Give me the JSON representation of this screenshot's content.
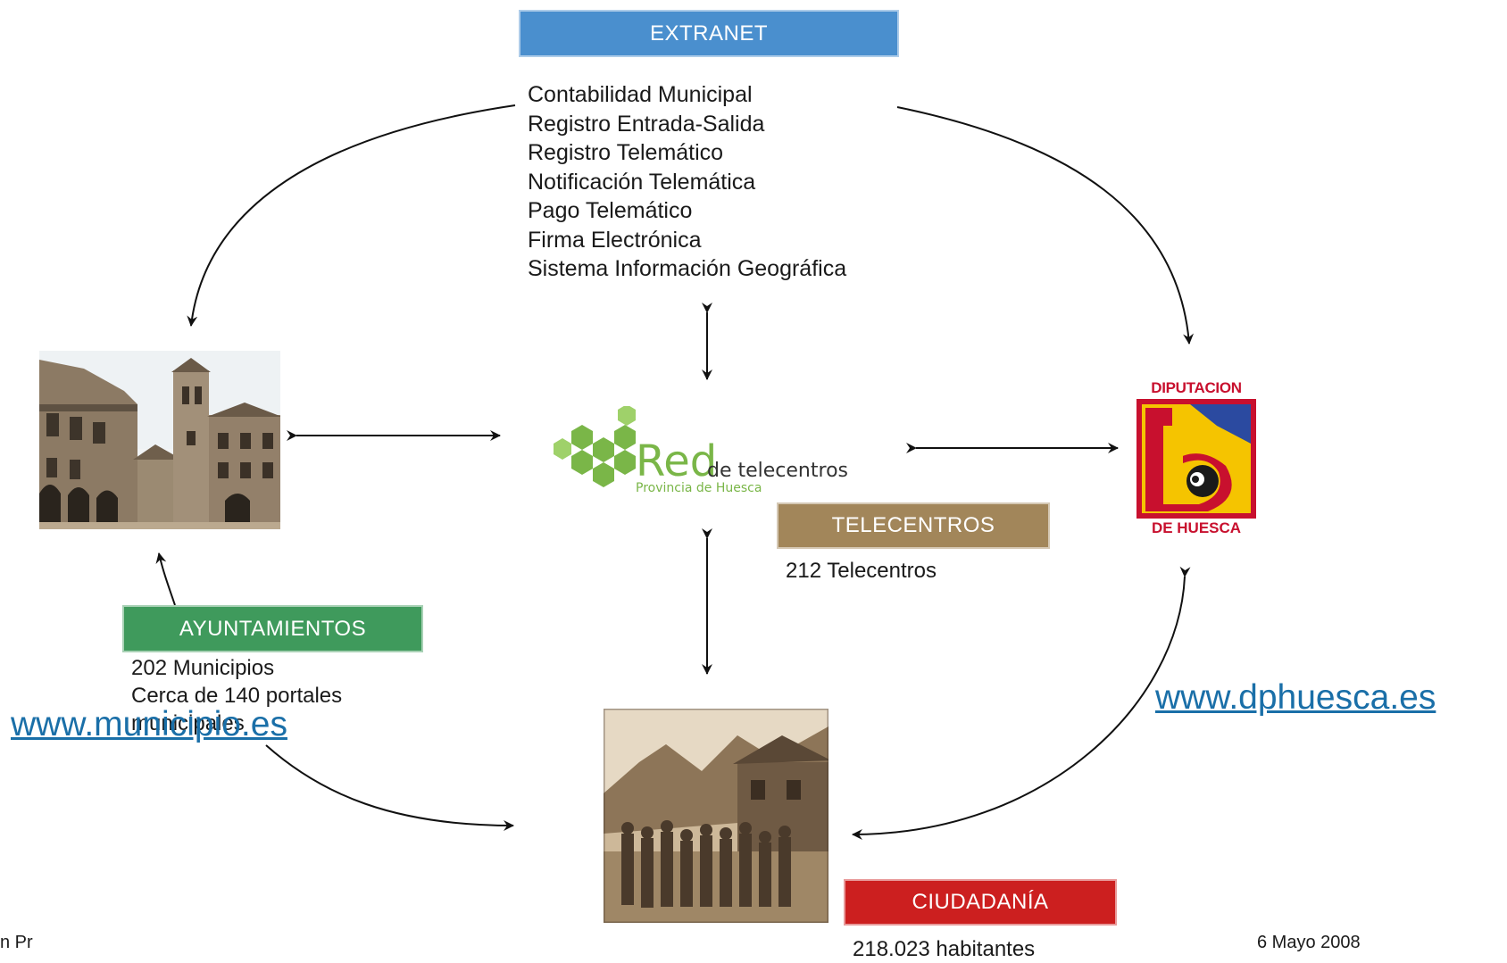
{
  "extranet": {
    "header": "EXTRANET",
    "color": "#4a8fce",
    "items": [
      "Contabilidad Municipal",
      "Registro Entrada-Salida",
      "Registro Telemático",
      "Notificación Telemática",
      "Pago Telemático",
      "Firma Electrónica",
      "Sistema Información Geográfica"
    ]
  },
  "telecentros": {
    "header": "TELECENTROS",
    "color": "#a2865a",
    "count_text": "212 Telecentros"
  },
  "ayuntamientos": {
    "header": "AYUNTAMIENTOS",
    "color": "#3f9a5c",
    "line1": "202 Municipios",
    "line2": "Cerca de 140 portales",
    "line3": "municipales",
    "link": "www.municipio.es"
  },
  "ciudadania": {
    "header": "CIUDADANÍA",
    "color": "#cc1f1f",
    "count_text": "218.023 habitantes"
  },
  "diputacion": {
    "top_text": "DIPUTACION",
    "bottom_text": "DE HUESCA",
    "link": "www.dphuesca.es",
    "color": "#c8102e"
  },
  "red_logo": {
    "big": "Red",
    "small": "de telecentros",
    "sub": "Provincia de Huesca",
    "color": "#6db33f"
  },
  "footer": {
    "left": "n Pr",
    "right": "6 Mayo 2008"
  }
}
